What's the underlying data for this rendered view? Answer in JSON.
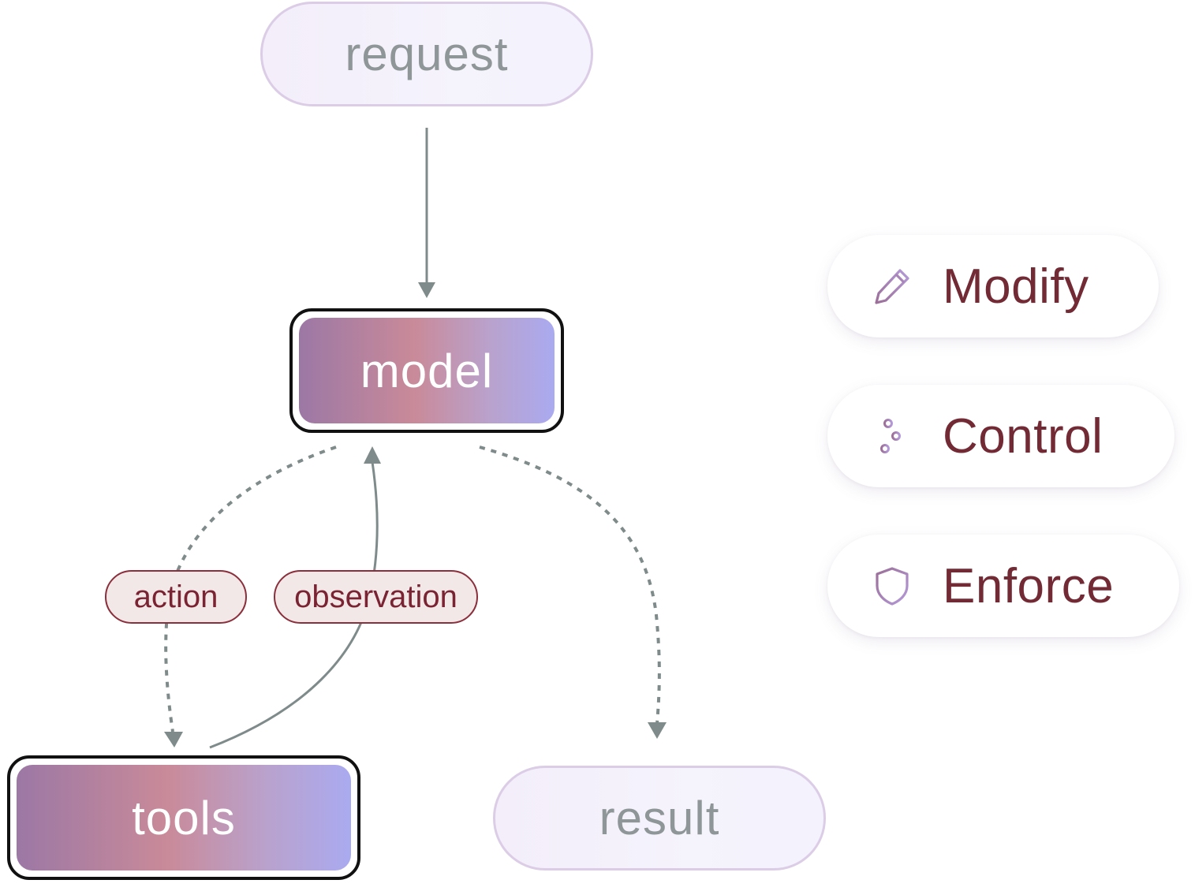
{
  "nodes": {
    "request": "request",
    "model": "model",
    "tools": "tools",
    "result": "result"
  },
  "edge_labels": {
    "action": "action",
    "observation": "observation"
  },
  "features": [
    {
      "label": "Modify",
      "icon": "pencil-icon"
    },
    {
      "label": "Control",
      "icon": "sliders-icon"
    },
    {
      "label": "Enforce",
      "icon": "shield-icon"
    }
  ],
  "colors": {
    "node_text_light": "#ffffff",
    "pill_text": "#8e9698",
    "label_text": "#7a2433",
    "arrow": "#7f8b8a",
    "icon": "#a67bb0"
  }
}
